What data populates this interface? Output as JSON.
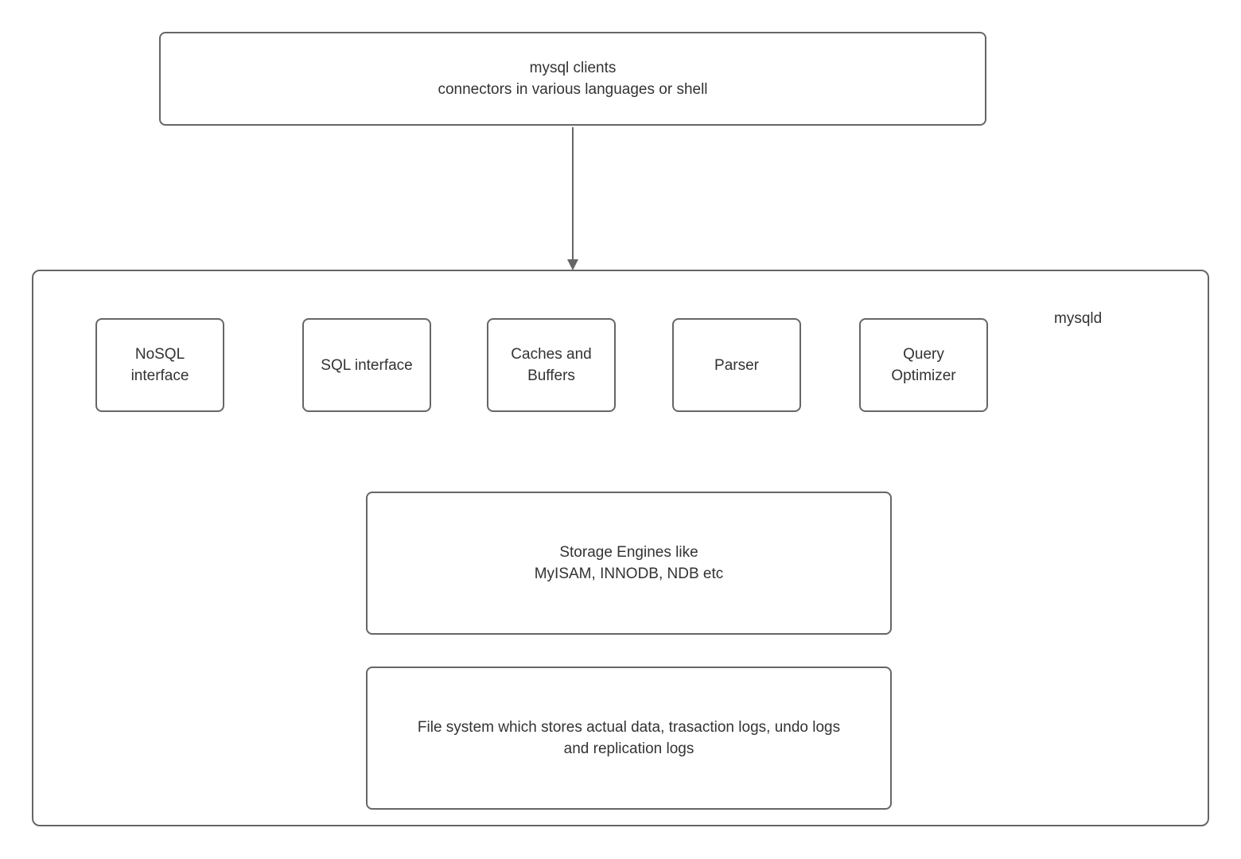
{
  "colors": {
    "border": "#666666",
    "text": "#333333",
    "background": "#ffffff"
  },
  "client_box": {
    "line1": "mysql clients",
    "line2": "connectors in various languages or shell"
  },
  "mysqld": {
    "label": "mysqld"
  },
  "interfaces": [
    {
      "id": "nosql-interface",
      "lines": [
        "NoSQL",
        "interface"
      ]
    },
    {
      "id": "sql-interface",
      "lines": [
        "SQL interface"
      ]
    },
    {
      "id": "caches-and-buffers",
      "lines": [
        "Caches and",
        "Buffers"
      ]
    },
    {
      "id": "parser",
      "lines": [
        "Parser"
      ]
    },
    {
      "id": "query-optimizer",
      "lines": [
        "Query",
        "Optimizer"
      ]
    }
  ],
  "storage_box": {
    "line1": "Storage Engines like",
    "line2": "MyISAM, INNODB, NDB etc"
  },
  "filesystem_box": {
    "line1": "File system which stores actual data, trasaction logs, undo logs",
    "line2": "and replication logs"
  }
}
